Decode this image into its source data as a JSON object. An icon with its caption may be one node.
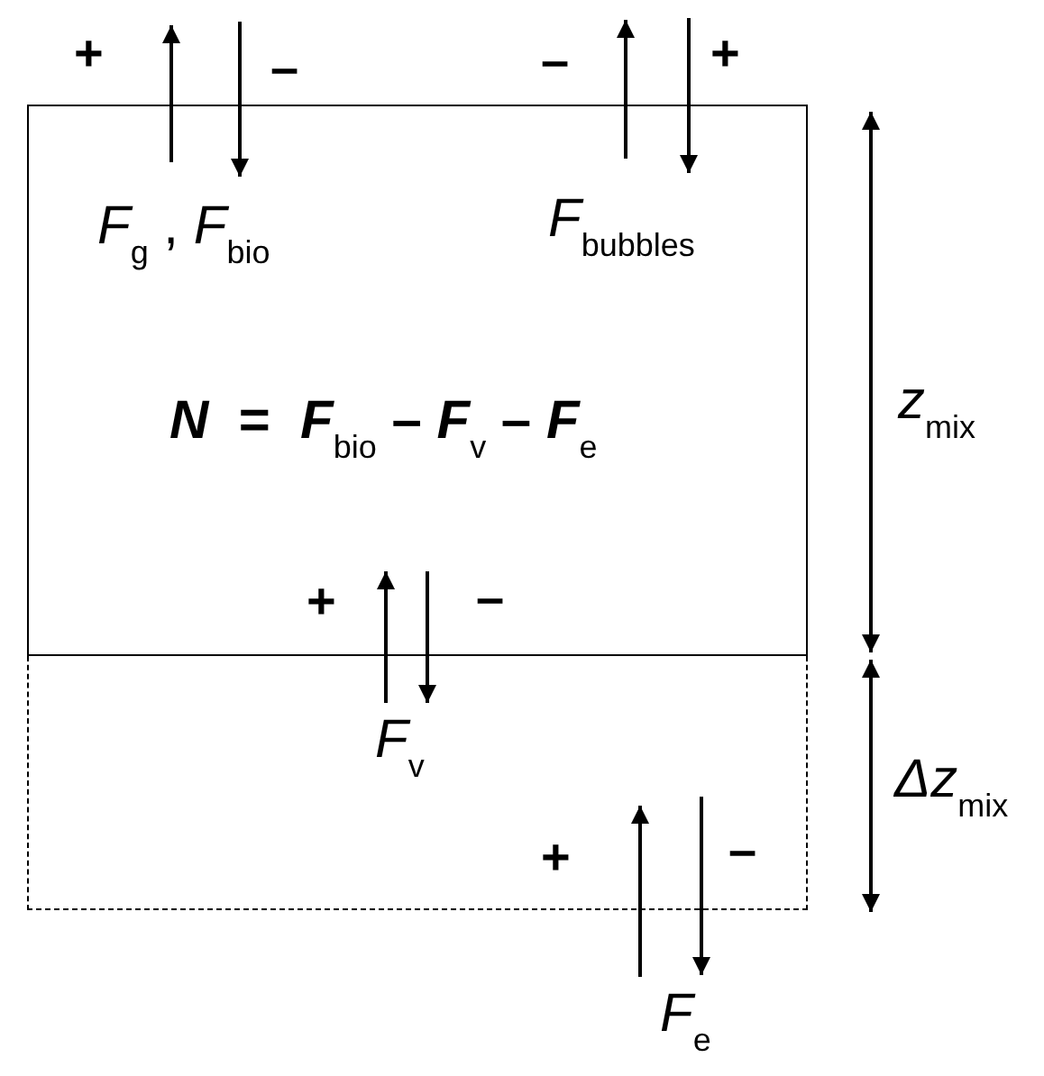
{
  "diagram": {
    "nodes": [
      {
        "text": [
          "*F*$_{g}$ , *F*$_{bio}$",
          "*F*$_{bubbles}$",
          "*N*  =  *F*$_{bio}$ – *F*$_{v}$ – *F*$_{e}$"
        ]
      },
      {
        "text": [
          "*F*$_{v}$"
        ]
      }
    ],
    "edges": [
      {
        "from": 1,
        "to": 0,
        "arrow": "to"
      },
      {
        "from": 0,
        "to": 1,
        "arrow": "to"
      }
    ],
    "labels": [
      "+",
      "–",
      "–",
      "+",
      "+",
      "–",
      "+",
      "–",
      "*F*$_{e}$",
      "*z*$_{mix}$",
      "*Δz*$_{mix}$"
    ]
  }
}
